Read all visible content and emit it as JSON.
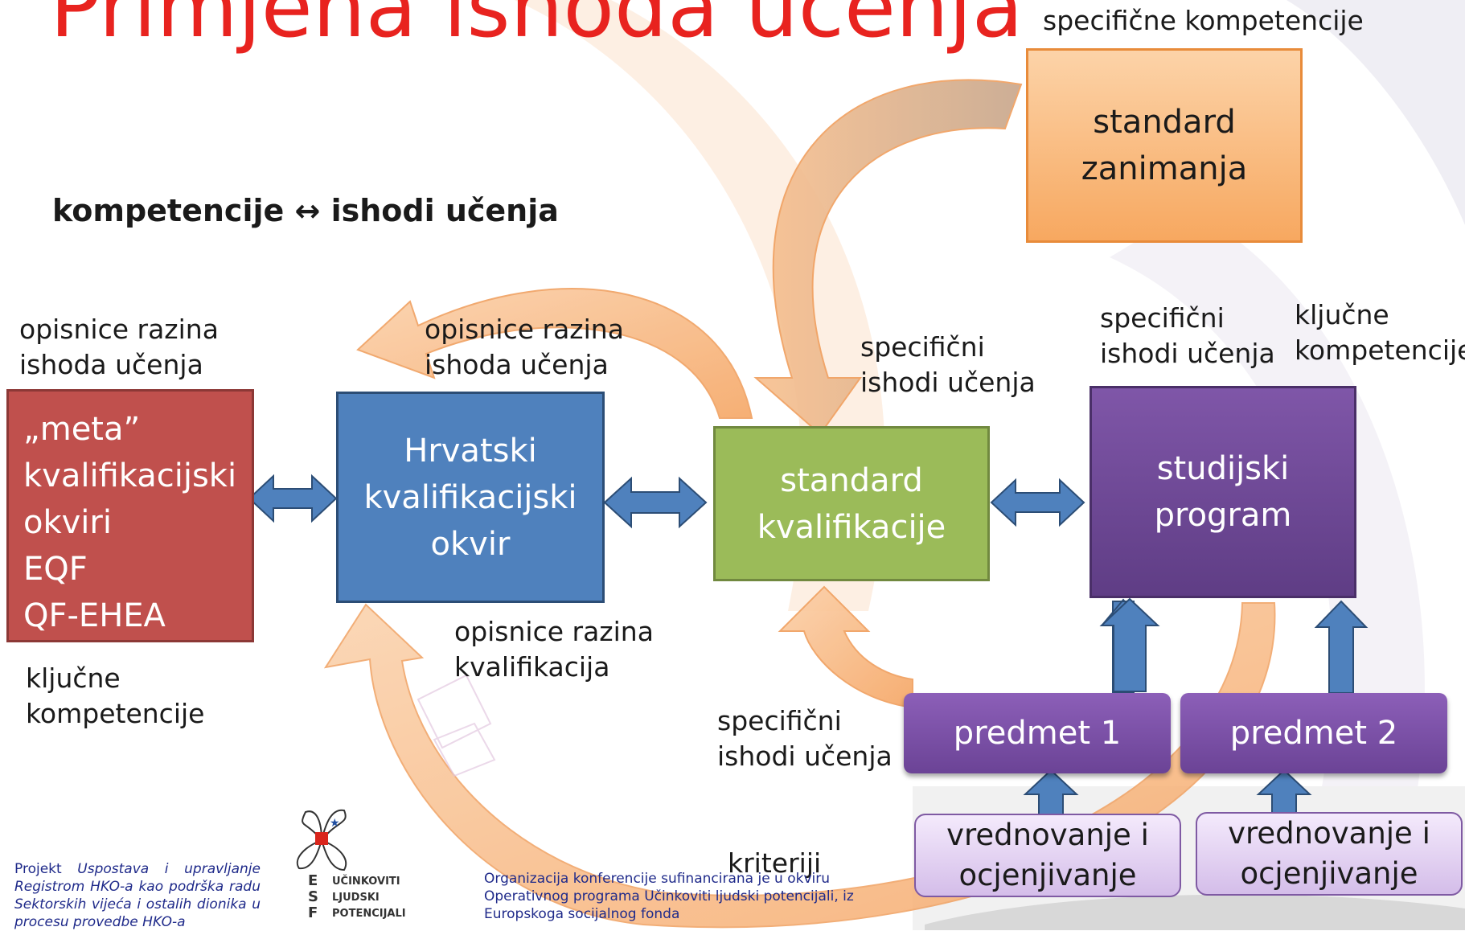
{
  "title": "Primjena ishoda učenja",
  "subtitle": "kompetencije ↔ ishodi učenja",
  "boxes": {
    "meta": "„meta”\nkvalifikacijski\nokviri\nEQF\nQF-EHEA",
    "hko": "Hrvatski\nkvalifikacijski\nokvir",
    "standard_kvalifikacije": "standard\nkvalifikacije",
    "studijski_program": "studijski\nprogram",
    "standard_zanimanja": "standard\nzanimanja",
    "predmet1": "predmet 1",
    "predmet2": "predmet 2",
    "vrednovanje1": "vrednovanje i\nocjenjivanje",
    "vrednovanje2": "vrednovanje i\nocjenjivanje"
  },
  "labels": {
    "specificne_kompetencije": "specifične kompetencije",
    "opisnice_left": "opisnice razina\nishoda učenja",
    "opisnice_mid": "opisnice razina\nishoda učenja",
    "specificni_iu_top": "specifični\nishodi učenja",
    "specificni_iu_right": "specifični\nishodi učenja",
    "kljucne_right": "ključne\nkompetencije",
    "kljucne_left": "ključne\nkompetencije",
    "opisnice_kvalifikacija": "opisnice razina\nkvalifikacija",
    "specificni_iu_bottom": "specifični\nishodi učenja",
    "kriteriji": "kriteriji"
  },
  "footer": {
    "project_prefix": "Projekt ",
    "project_italic": "Uspostava i upravljanje Registrom HKO-a kao podrška radu Sektorskih vijeća i ostalih dionika u procesu provedbe HKO-a",
    "esf_letters": "E\nS\nF",
    "esf_text": "UČINKOVITI\nLJUDSKI\nPOTENCIJALI",
    "organizacija": "Organizacija konferencije sufinancirana je u okviru\nOperativnog programa Učinkoviti ljudski potencijali, iz\nEuropskoga socijalnog fonda"
  },
  "colors": {
    "title": "#e8231f",
    "red_box": "#c0504d",
    "blue_box": "#4f81bd",
    "green_box": "#9bbb59",
    "purple_box": "#7f56a8",
    "orange_box": "#f7a860",
    "arrow_orange": "#f9b982",
    "double_arrow": "#4f81bd"
  }
}
